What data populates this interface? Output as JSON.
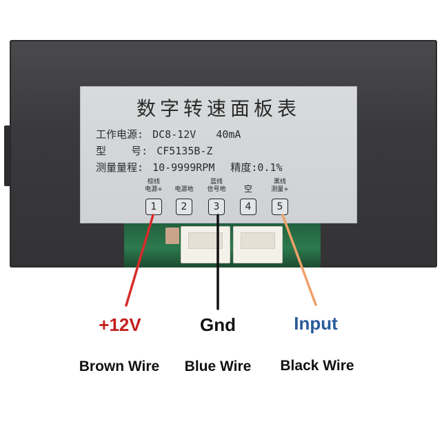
{
  "label": {
    "title": "数字转速面板表",
    "supply_key": "工作电源:",
    "supply_value": "DC8-12V",
    "supply_current": "40mA",
    "model_key": "型    号:",
    "model_value": "CF5135B-Z",
    "range_key": "测量量程:",
    "range_value": "10-9999RPM",
    "accuracy": "精度:0.1%"
  },
  "pins": [
    {
      "number": "1",
      "caption_top": "棕线",
      "caption_bottom": "电源+"
    },
    {
      "number": "2",
      "caption_top": "",
      "caption_bottom": "电源地"
    },
    {
      "number": "3",
      "caption_top": "蓝线",
      "caption_bottom": "信号地"
    },
    {
      "number": "4",
      "caption_top": "",
      "caption_bottom": "空"
    },
    {
      "number": "5",
      "caption_top": "黑线",
      "caption_bottom": "测量+"
    }
  ],
  "wires": [
    {
      "function": "+12V",
      "color_name": "Brown Wire",
      "label_color": "#c21f1f",
      "line_color": "#d92a2a"
    },
    {
      "function": "Gnd",
      "color_name": "Blue Wire",
      "label_color": "#111111",
      "line_color": "#111111"
    },
    {
      "function": "Input",
      "color_name": "Black Wire",
      "label_color": "#2a5a9a",
      "line_color": "#f0a068"
    }
  ],
  "colors": {
    "housing": "#3a3a3c",
    "label_bg": "#d4d6d8",
    "pcb": "#2d7a4e"
  }
}
